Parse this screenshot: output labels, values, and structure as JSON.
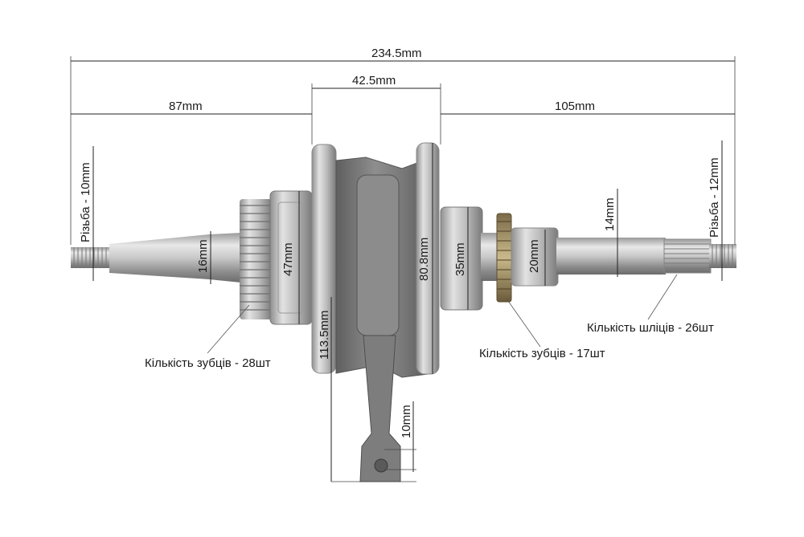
{
  "dimensions": {
    "overall_length": "234.5mm",
    "web_width": "42.5mm",
    "left_shaft_length": "87mm",
    "right_shaft_length": "105mm",
    "left_thread": "Різьба - 10mm",
    "right_thread": "Різьба - 12mm",
    "left_shaft_diameter": "16mm",
    "left_bearing_diameter": "47mm",
    "web_diameter": "80.8mm",
    "rod_length": "113.5mm",
    "right_bearing_diameter": "35mm",
    "right_gear_hub_diameter": "20mm",
    "right_shaft_diameter": "14mm",
    "small_end_bore": "10mm"
  },
  "callouts": {
    "left_gear_teeth": "Кількість зубців - 28шт",
    "right_gear_teeth": "Кількість зубців - 17шт",
    "spline_count": "Кількість шліців - 26шт"
  }
}
